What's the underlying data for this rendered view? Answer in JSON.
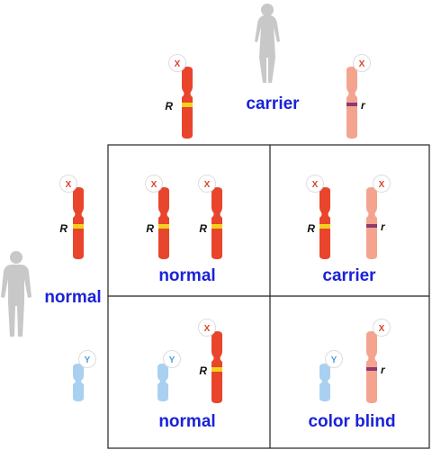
{
  "colors": {
    "x_dominant": "#e8452c",
    "x_recessive": "#f4a38e",
    "y_chromosome": "#a9d0f0",
    "band_dominant": "#f2d21e",
    "band_recessive": "#8c3a6e",
    "badge_x": "#d9442c",
    "badge_y": "#4a9fd8",
    "label_blue": "#1a22d8",
    "silhouette": "#c8c8c8",
    "grid_line": "#222222"
  },
  "chromosome_letters": {
    "x": "X",
    "y": "Y"
  },
  "alleles": {
    "dominant": "R",
    "recessive": "r"
  },
  "mother": {
    "icon": "female-silhouette-icon",
    "label": "carrier"
  },
  "father": {
    "icon": "male-silhouette-icon",
    "label": "normal"
  },
  "offspring": [
    {
      "cell": "top-left",
      "label": "normal"
    },
    {
      "cell": "top-right",
      "label": "carrier"
    },
    {
      "cell": "bottom-left",
      "label": "normal"
    },
    {
      "cell": "bottom-right",
      "label": "color blind"
    }
  ]
}
